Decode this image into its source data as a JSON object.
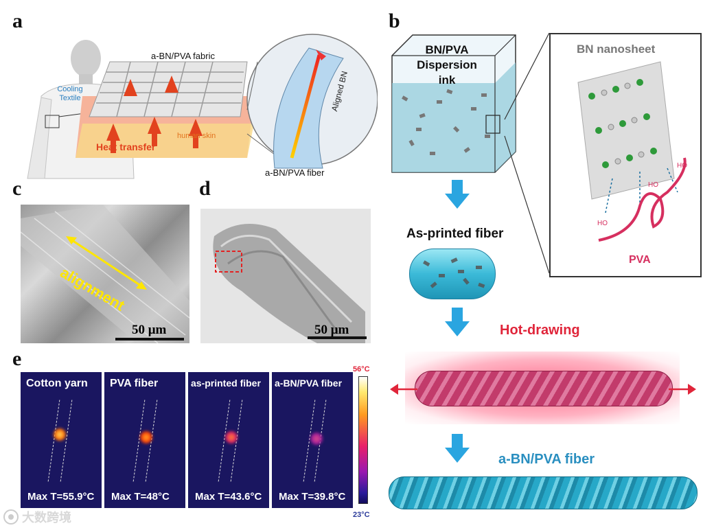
{
  "panels": {
    "a": {
      "label": "a",
      "fabric_label": "a-BN/PVA fabric",
      "textile_label": "Cooling Textile",
      "heat_label": "Heat transfer",
      "skin_label": "human skin",
      "aligned_label": "Aligned BN",
      "fiber_label": "a-BN/PVA fiber"
    },
    "b": {
      "label": "b",
      "ink_label": "BN/PVA Dispersion ink",
      "nanosheet_label": "BN nanosheet",
      "pva_label": "PVA",
      "ho_label": "HO",
      "as_printed_label": "As-printed fiber",
      "hot_drawing_label": "Hot-drawing",
      "final_label": "a-BN/PVA fiber"
    },
    "c": {
      "label": "c",
      "alignment_label": "alignment",
      "scale": "50 μm"
    },
    "d": {
      "label": "d",
      "scale": "50 μm"
    },
    "e": {
      "label": "e",
      "colorbar_max": "56°C",
      "colorbar_min": "23°C",
      "images": [
        {
          "title": "Cotton yarn",
          "max": "Max T=55.9°C"
        },
        {
          "title": "PVA fiber",
          "max": "Max T=48°C"
        },
        {
          "title": "as-printed fiber",
          "max": "Max T=43.6°C"
        },
        {
          "title": "a-BN/PVA fiber",
          "max": "Max T=39.8°C"
        }
      ]
    }
  },
  "watermark": "大数跨境"
}
